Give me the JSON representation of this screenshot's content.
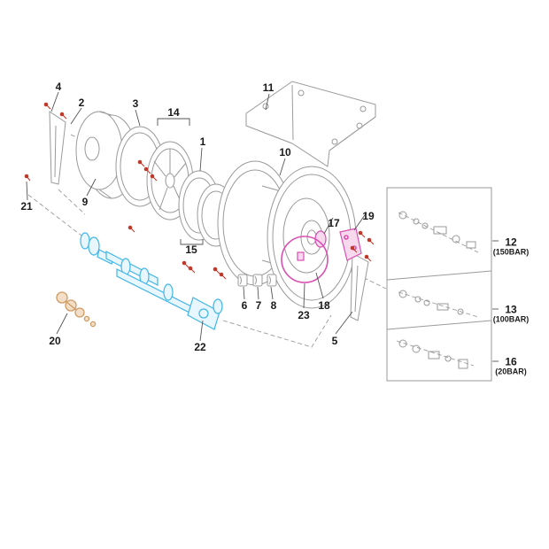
{
  "diagram": {
    "kind": "exploded-parts-diagram"
  },
  "colors": {
    "line": "#9a9a9a",
    "label": "#1a1a1a",
    "highlight_cyan": "#3fb6e8",
    "highlight_magenta": "#d94fb2",
    "highlight_tan": "#cf9a62",
    "screw_red": "#c0392b",
    "background": "#ffffff"
  },
  "callouts": [
    {
      "num": "4"
    },
    {
      "num": "2"
    },
    {
      "num": "3"
    },
    {
      "num": "14"
    },
    {
      "num": "1"
    },
    {
      "num": "11"
    },
    {
      "num": "10"
    },
    {
      "num": "21"
    },
    {
      "num": "9"
    },
    {
      "num": "15"
    },
    {
      "num": "17"
    },
    {
      "num": "19"
    },
    {
      "num": "12",
      "sub": "(150BAR)"
    },
    {
      "num": "13",
      "sub": "(100BAR)"
    },
    {
      "num": "16",
      "sub": "(20BAR)"
    },
    {
      "num": "6"
    },
    {
      "num": "7"
    },
    {
      "num": "8"
    },
    {
      "num": "23"
    },
    {
      "num": "18"
    },
    {
      "num": "5"
    },
    {
      "num": "20"
    },
    {
      "num": "22"
    }
  ]
}
